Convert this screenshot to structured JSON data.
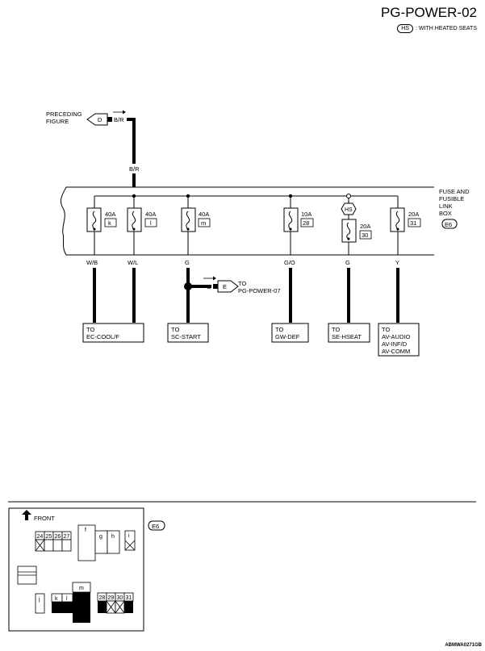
{
  "header": {
    "title": "PG-POWER-02"
  },
  "legend": {
    "badge": "HS",
    "text": ": WITH HEATED SEATS"
  },
  "preceding": {
    "line1": "PRECEDING",
    "line2": "FIGURE",
    "connector": "D",
    "wire": "B/R"
  },
  "main_wire": "B/R",
  "fuse_box": {
    "line1": "FUSE AND",
    "line2": "FUSIBLE",
    "line3": "LINK",
    "line4": "BOX",
    "connector": "E6"
  },
  "fuses": [
    {
      "amp": "40A",
      "id": "k",
      "wire": "W/B"
    },
    {
      "amp": "40A",
      "id": "l",
      "wire": "W/L"
    },
    {
      "amp": "40A",
      "id": "m",
      "wire": "G"
    },
    {
      "amp": "10A",
      "id": "28",
      "wire": "G/O"
    },
    {
      "amp": "20A",
      "id": "30",
      "wire": "G",
      "option": "HS"
    },
    {
      "amp": "20A",
      "id": "31",
      "wire": "Y"
    }
  ],
  "splice": {
    "wire": "G",
    "connector": "E",
    "to": "TO",
    "dest": "PG-POWER-07"
  },
  "destinations": [
    {
      "line1": "TO",
      "line2": "EC-COOL/F"
    },
    {
      "line1": "TO",
      "line2": "SC-START"
    },
    {
      "line1": "TO",
      "line2": "GW-DEF"
    },
    {
      "line1": "TO",
      "line2": "SE-HSEAT"
    },
    {
      "line1": "TO",
      "line2": "AV-AUDIO",
      "line3": "AV-INF/D",
      "line4": "AV-COMM"
    }
  ],
  "connector_view": {
    "front_label": "FRONT",
    "badge": "E6",
    "top_cells": [
      "24",
      "25",
      "26",
      "27"
    ],
    "mid_cells": [
      "f",
      "g",
      "h",
      "i"
    ],
    "bottom_cells": [
      "j",
      "k",
      "l",
      "m"
    ],
    "right_cells": [
      "28",
      "29",
      "30",
      "31"
    ]
  },
  "footer_code": "ABMWA0271GB"
}
